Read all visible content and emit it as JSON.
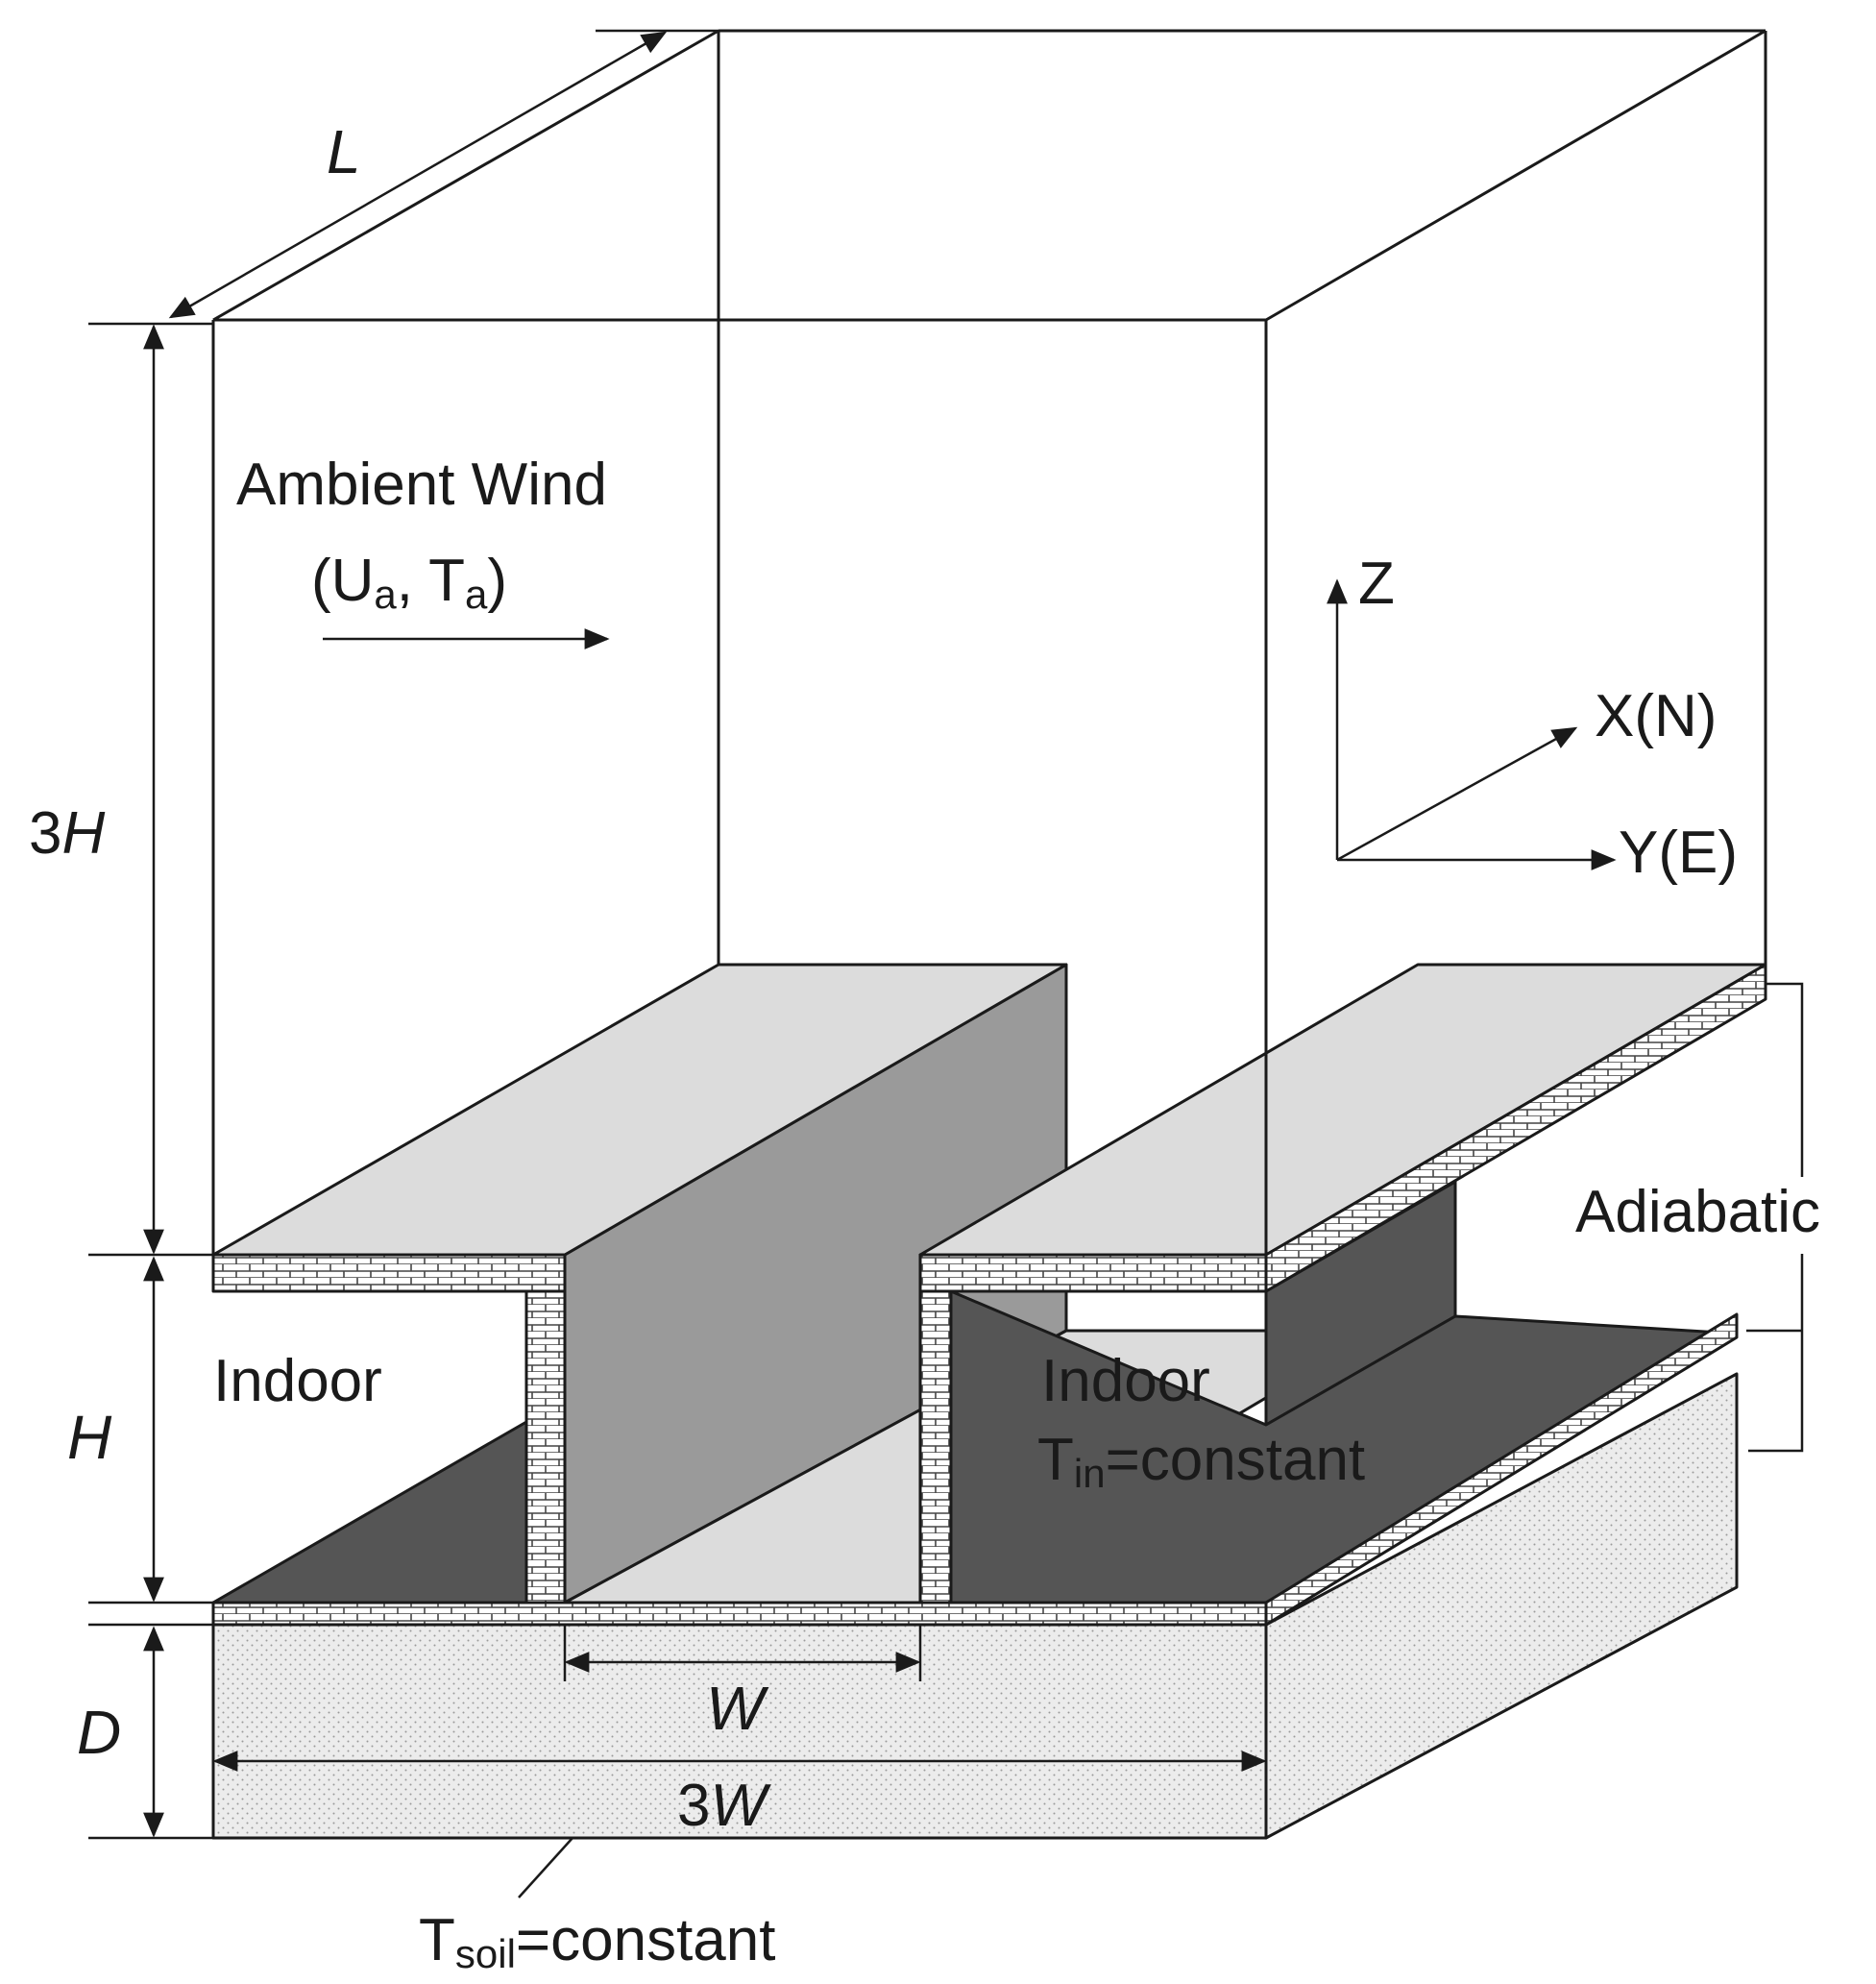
{
  "labels": {
    "length": "L",
    "height_3h_prefix": "3",
    "height_3h_var": "H",
    "height_h": "H",
    "depth": "D",
    "width_w": "W",
    "width_3w_prefix": "3",
    "width_3w_var": "W",
    "ambient_line1": "Ambient Wind",
    "ambient_open": "(U",
    "ambient_ua_sub": "a",
    "ambient_mid": ", T",
    "ambient_ta_sub": "a",
    "ambient_close": ")",
    "axis_z": "Z",
    "axis_x": "X(N)",
    "axis_y": "Y(E)",
    "adiabatic": "Adiabatic",
    "indoor_left": "Indoor",
    "indoor_right": "Indoor",
    "tin_main": "T",
    "tin_sub": "in",
    "tin_rest": "=constant",
    "tsoil_main": "T",
    "tsoil_sub": "soil",
    "tsoil_rest": "=constant"
  },
  "colors": {
    "line": "#1a1a1a",
    "roof_light": "#dcdcdc",
    "canyon_wall_mid": "#9a9a9a",
    "indoor_dark": "#555555",
    "soil_fill": "#ececec"
  }
}
